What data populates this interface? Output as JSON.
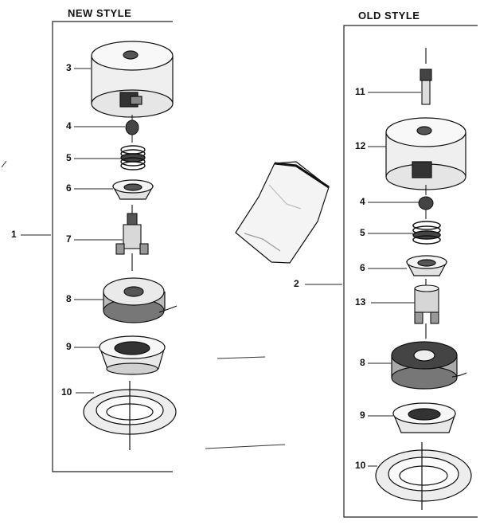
{
  "headers": {
    "new_style": "NEW STYLE",
    "old_style": "OLD STYLE"
  },
  "assembly_labels": {
    "new": "1",
    "old": "2"
  },
  "new_parts": [
    "3",
    "4",
    "5",
    "6",
    "7",
    "8",
    "9",
    "10"
  ],
  "old_parts": [
    "11",
    "12",
    "4",
    "5",
    "6",
    "13",
    "8",
    "9",
    "10"
  ]
}
